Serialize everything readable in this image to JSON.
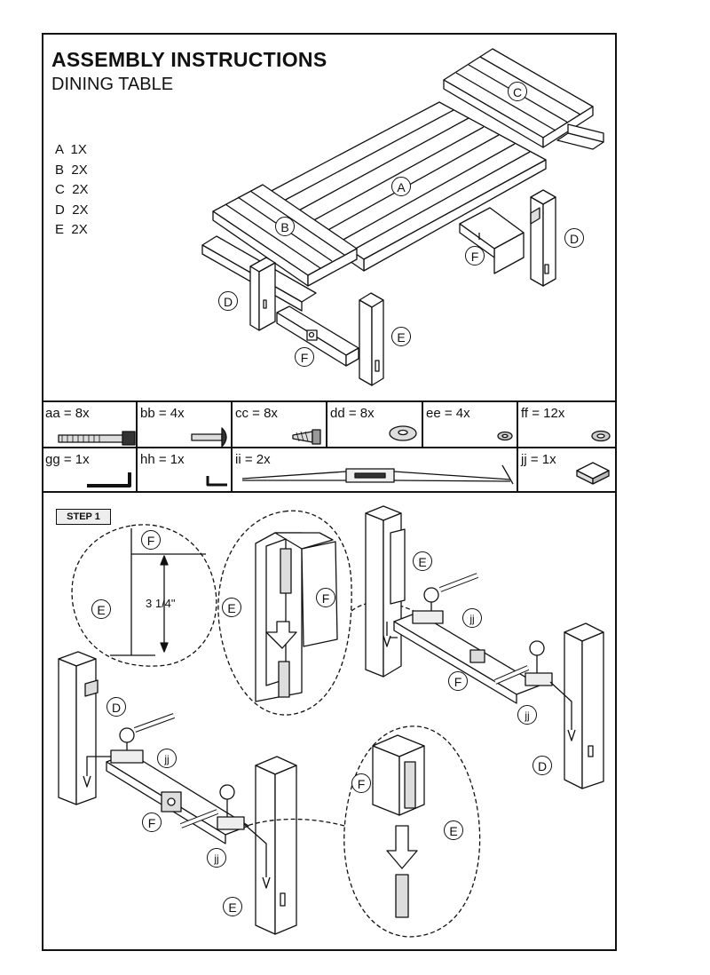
{
  "header": {
    "title": "ASSEMBLY INSTRUCTIONS",
    "subtitle": "DINING TABLE"
  },
  "parts_list": [
    {
      "letter": "A",
      "qty": "1X"
    },
    {
      "letter": "B",
      "qty": "2X"
    },
    {
      "letter": "C",
      "qty": "2X"
    },
    {
      "letter": "D",
      "qty": "2X"
    },
    {
      "letter": "E",
      "qty": "2X"
    }
  ],
  "hardware": {
    "aa": "aa = 8x",
    "bb": "bb = 4x",
    "cc": "cc = 8x",
    "dd": "dd = 8x",
    "ee": "ee = 4x",
    "ff": "ff = 12x",
    "gg": "gg = 1x",
    "hh": "hh = 1x",
    "ii": "ii = 2x",
    "jj": "jj = 1x"
  },
  "step": {
    "label": "STEP 1",
    "dimension": "3 1/4\""
  },
  "labels": {
    "A": "A",
    "B": "B",
    "C": "C",
    "D": "D",
    "E": "E",
    "F": "F",
    "jj": "jj"
  }
}
